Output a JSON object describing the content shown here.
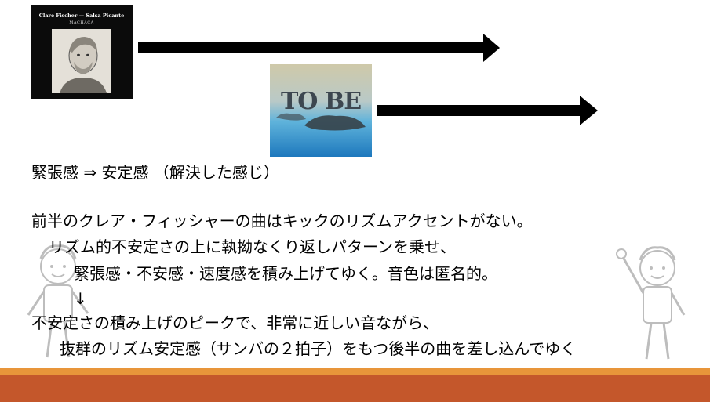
{
  "album1": {
    "title": "Clare Fischer — Salsa Picante",
    "subtitle": "MACHACA"
  },
  "album2": {
    "logo_text": "TO BE"
  },
  "lines": {
    "l1": "緊張感 ⇒ 安定感 （解決した感じ）",
    "l2": "前半のクレア・フィッシャーの曲はキックのリズムアクセントがない。",
    "l3": "リズム的不安定さの上に執拗なくり返しパターンを乗せ、",
    "l4": "緊張感・不安感・速度感を積み上げてゆく。音色は匿名的。",
    "l5": "↓",
    "l6": "不安定さの積み上げのピークで、非常に近しい音ながら、",
    "l7": "抜群のリズム安定感（サンバの２拍子）をもつ後半の曲を差し込んでゆく"
  },
  "colors": {
    "footer_bar": "#c4572b",
    "footer_thin": "#e8953a",
    "arrow": "#000000"
  }
}
